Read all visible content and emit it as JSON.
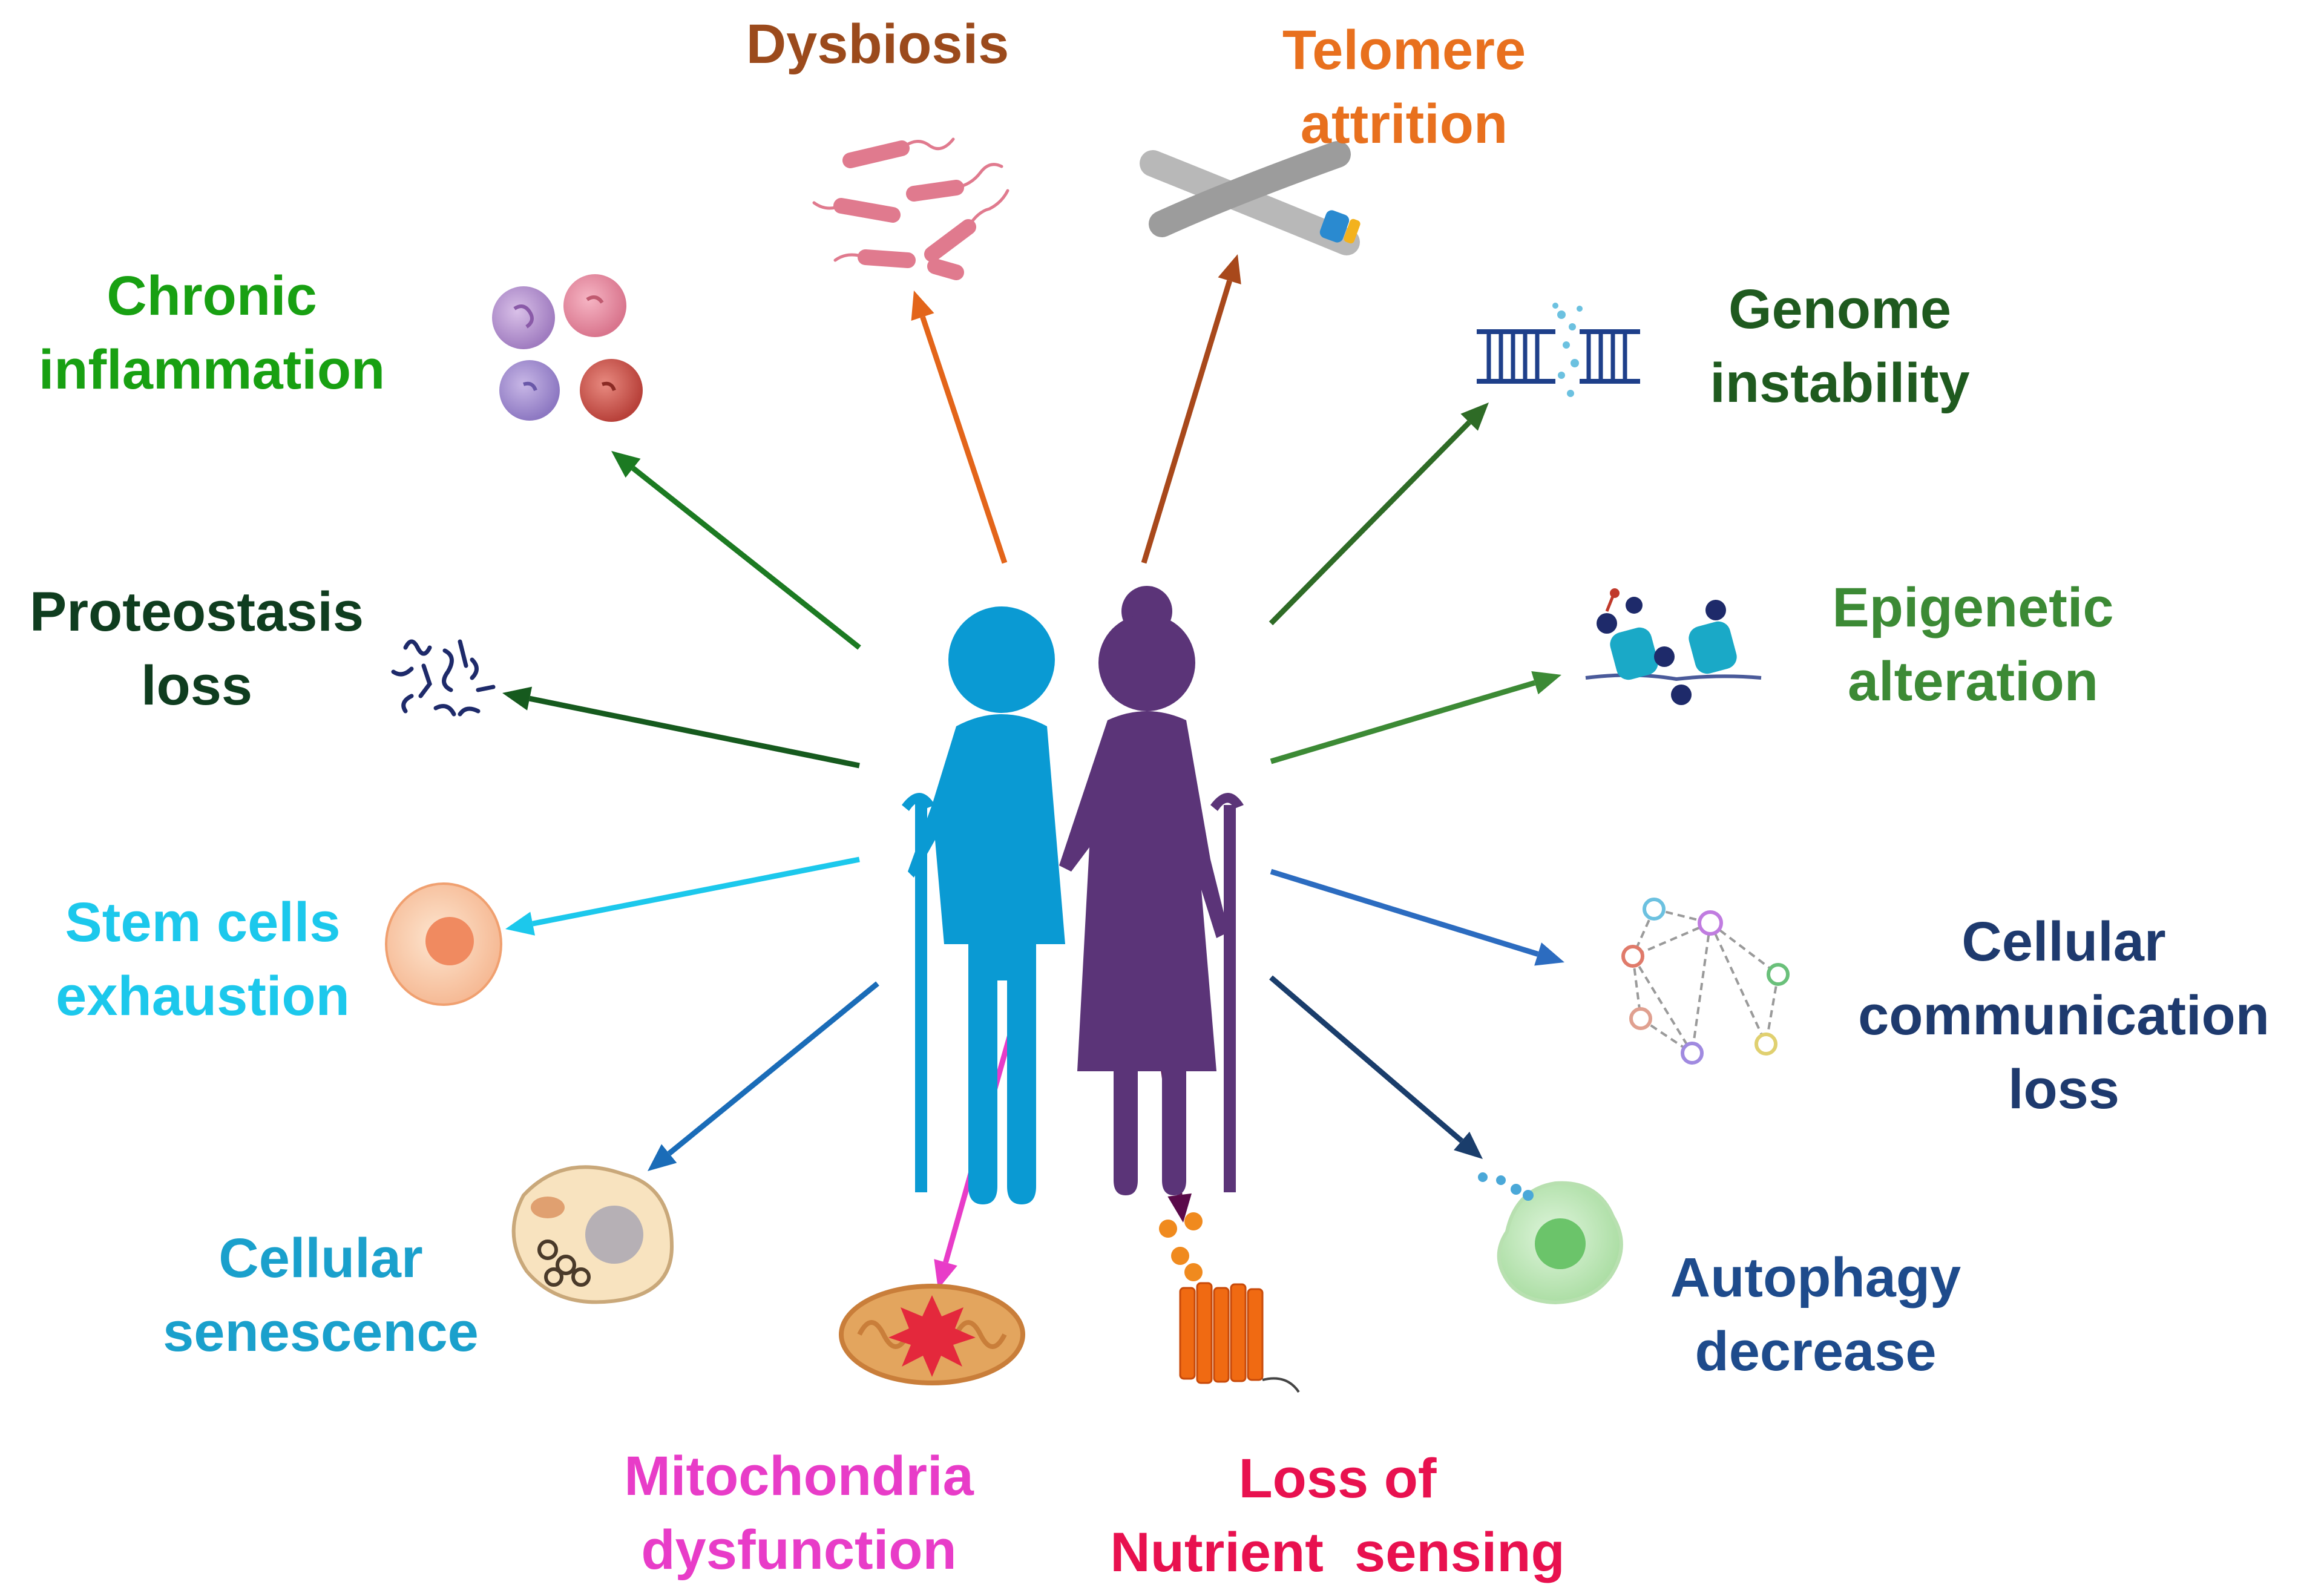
{
  "center": {
    "icon": "elderly-couple-with-canes-icon",
    "colors": {
      "man": "#0a9ad3",
      "woman": "#5b3478"
    }
  },
  "hallmarks": [
    {
      "id": "dysbiosis",
      "lines": [
        "Dysbiosis"
      ],
      "color": "#9b4a1c",
      "icon": "bacteria-icon"
    },
    {
      "id": "telomere-attrition",
      "lines": [
        "Telomere",
        "attrition"
      ],
      "color": "#e8701e",
      "icon": "chromosome-icon"
    },
    {
      "id": "genome-instability",
      "lines": [
        "Genome",
        "instability"
      ],
      "color": "#1f5a1f",
      "icon": "dna-damage-icon"
    },
    {
      "id": "epigenetic-alteration",
      "lines": [
        "Epigenetic",
        "alteration"
      ],
      "color": "#3c8a35",
      "icon": "nucleosome-methylation-icon"
    },
    {
      "id": "cellular-communication-loss",
      "lines": [
        "Cellular",
        "communication",
        "loss"
      ],
      "color": "#1e3a6e",
      "icon": "cell-network-icon"
    },
    {
      "id": "autophagy-decrease",
      "lines": [
        "Autophagy",
        "decrease"
      ],
      "color": "#1e4b8c",
      "icon": "macrophage-icon"
    },
    {
      "id": "loss-of-nutrient-sensing",
      "lines": [
        "Loss of",
        "Nutrient  sensing"
      ],
      "color": "#e8114f",
      "icon": "membrane-receptor-icon"
    },
    {
      "id": "mitochondria-dysfunction",
      "lines": [
        "Mitochondria",
        "dysfunction"
      ],
      "color": "#e83cc8",
      "icon": "mitochondrion-ros-icon"
    },
    {
      "id": "cellular-senescence",
      "lines": [
        "Cellular",
        "senescence"
      ],
      "color": "#1aa0cc",
      "icon": "senescent-cell-icon"
    },
    {
      "id": "stem-cells-exhaustion",
      "lines": [
        "Stem cells",
        "exhaustion"
      ],
      "color": "#1cc8ec",
      "icon": "stem-cell-icon"
    },
    {
      "id": "proteostasis-loss",
      "lines": [
        "Proteostasis",
        "loss"
      ],
      "color": "#0f3d1f",
      "icon": "misfolded-protein-icon"
    },
    {
      "id": "chronic-inflammation",
      "lines": [
        "Chronic",
        "inflammation"
      ],
      "color": "#18a012",
      "icon": "immune-cells-icon"
    }
  ],
  "arrows": [
    {
      "to": "dysbiosis",
      "color": "#e3651a"
    },
    {
      "to": "telomere-attrition",
      "color": "#a8481b"
    },
    {
      "to": "genome-instability",
      "color": "#2e6b26"
    },
    {
      "to": "epigenetic-alteration",
      "color": "#3c8a35"
    },
    {
      "to": "cellular-communication-loss",
      "color": "#2c6cc0"
    },
    {
      "to": "autophagy-decrease",
      "color": "#1a3d6b"
    },
    {
      "to": "loss-of-nutrient-sensing",
      "color": "#5a0a4a"
    },
    {
      "to": "mitochondria-dysfunction",
      "color": "#e83cc8"
    },
    {
      "to": "cellular-senescence",
      "color": "#1a6cb8"
    },
    {
      "to": "stem-cells-exhaustion",
      "color": "#1cc8ec"
    },
    {
      "to": "proteostasis-loss",
      "color": "#165a1e"
    },
    {
      "to": "chronic-inflammation",
      "color": "#1c7a22"
    }
  ]
}
